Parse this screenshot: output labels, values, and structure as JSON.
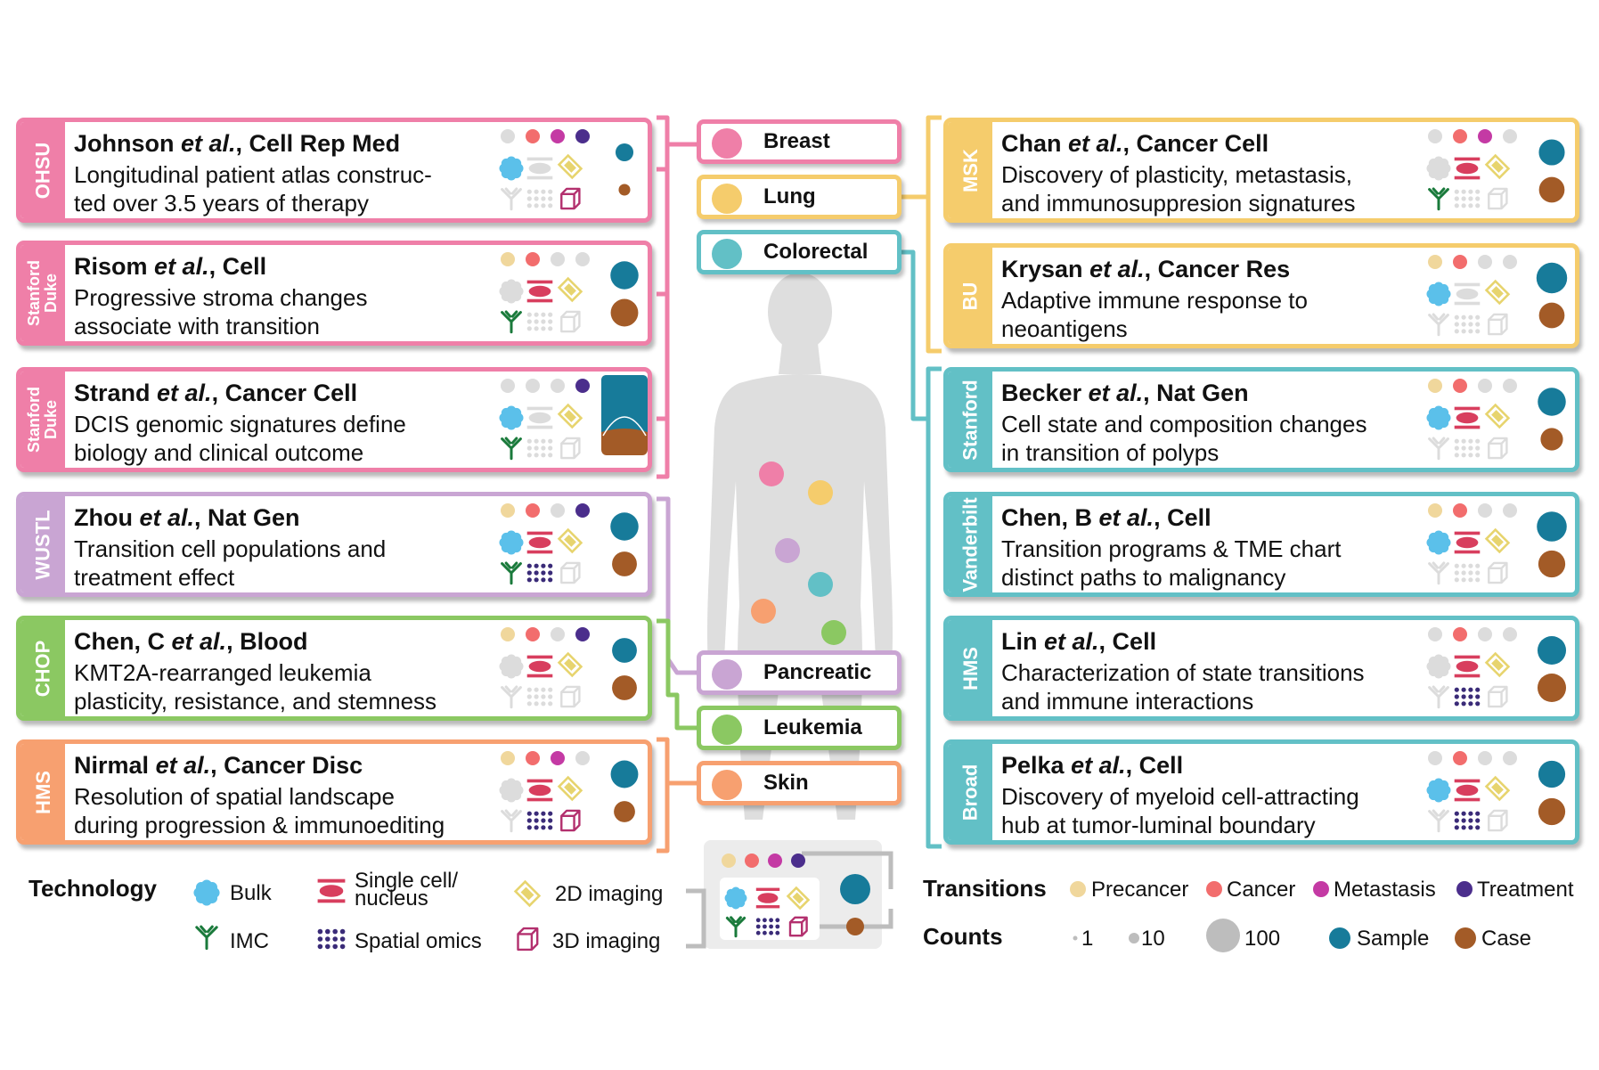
{
  "colors": {
    "pink": "#ef7fa8",
    "yellow": "#f5cc6c",
    "teal": "#62c0c6",
    "lavender": "#c9a5d3",
    "green": "#8bc862",
    "orange": "#f7a070",
    "precancer": "#f0d79c",
    "cancer_stage": "#f26d6d",
    "metastasis": "#c43aa4",
    "treatment": "#4b2e8c",
    "sample": "#177b9a",
    "case": "#a35b27",
    "bulk": "#5bc0ea",
    "single_cell": "#d83e5e",
    "imaging_2d": "#e7d46e",
    "imc": "#1a7a3b",
    "spatial": "#3a2b78",
    "imaging_3d": "#b3306e",
    "inactive": "#dcdcdc"
  },
  "cards": [
    {
      "id": "johnson",
      "side": "left",
      "color": "pink",
      "institution": [
        "OHSU"
      ],
      "author": "Johnson",
      "etal": "et al.",
      "journal": ", Cell Rep Med",
      "desc": [
        "Longitudinal patient atlas construc-",
        "ted over 3.5 years of therapy"
      ],
      "transitions": [
        false,
        true,
        true,
        true
      ],
      "tech": [
        true,
        false,
        true,
        false,
        false,
        true
      ],
      "sample": 7,
      "case": 3
    },
    {
      "id": "risom",
      "side": "left",
      "color": "pink",
      "institution": [
        "Stanford",
        "Duke"
      ],
      "author": "Risom",
      "etal": "et al.",
      "journal": ", Cell",
      "desc": [
        "Progressive stroma changes",
        "associate with transition"
      ],
      "transitions": [
        true,
        true,
        false,
        false
      ],
      "tech": [
        false,
        true,
        true,
        true,
        false,
        false
      ],
      "sample": 28,
      "case": 26
    },
    {
      "id": "strand",
      "side": "left",
      "color": "pink",
      "institution": [
        "Stanford",
        "Duke"
      ],
      "author": "Strand",
      "etal": "et al.",
      "journal": ", Cancer Cell",
      "desc": [
        "DCIS genomic signatures define",
        "biology and clinical outcome"
      ],
      "transitions": [
        false,
        false,
        false,
        true
      ],
      "tech": [
        true,
        false,
        true,
        true,
        false,
        false
      ],
      "sample": "large",
      "case": "large"
    },
    {
      "id": "zhou",
      "side": "left",
      "color": "lavender",
      "institution": [
        "WUSTL"
      ],
      "author": "Zhou",
      "etal": "et al.",
      "journal": ", Nat Gen",
      "desc": [
        "Transition cell populations and",
        "treatment effect"
      ],
      "transitions": [
        true,
        true,
        false,
        true
      ],
      "tech": [
        true,
        true,
        true,
        true,
        true,
        false
      ],
      "sample": 28,
      "case": 18
    },
    {
      "id": "chenc",
      "side": "left",
      "color": "green",
      "institution": [
        "CHOP"
      ],
      "author": "Chen, C",
      "etal": "et al.",
      "journal": ", Blood",
      "desc": [
        "KMT2A-rearranged leukemia",
        "plasticity, resistance, and stemness"
      ],
      "transitions": [
        true,
        true,
        false,
        true
      ],
      "tech": [
        false,
        true,
        true,
        false,
        false,
        false
      ],
      "sample": 18,
      "case": 18
    },
    {
      "id": "nirmal",
      "side": "left",
      "color": "orange",
      "institution": [
        "HMS"
      ],
      "author": "Nirmal",
      "etal": "et al.",
      "journal": ", Cancer Disc",
      "desc": [
        "Resolution of spatial landscape",
        "during progression & immunoediting"
      ],
      "transitions": [
        true,
        true,
        true,
        false
      ],
      "tech": [
        false,
        true,
        true,
        false,
        true,
        true
      ],
      "sample": 26,
      "case": 11
    },
    {
      "id": "chan",
      "side": "right",
      "color": "yellow",
      "institution": [
        "MSK"
      ],
      "author": "Chan",
      "etal": "et al.",
      "journal": ", Cancer Cell",
      "desc": [
        "Discovery of plasticity, metastasis,",
        "and immunosuppresion signatures"
      ],
      "transitions": [
        false,
        true,
        true,
        false
      ],
      "tech": [
        false,
        true,
        true,
        true,
        false,
        false
      ],
      "sample": 21,
      "case": 20
    },
    {
      "id": "krysan",
      "side": "right",
      "color": "yellow",
      "institution": [
        "BU"
      ],
      "author": "Krysan",
      "etal": "et al.",
      "journal": ", Cancer Res",
      "desc": [
        "Adaptive immune response to",
        "neoantigens"
      ],
      "transitions": [
        true,
        true,
        false,
        false
      ],
      "tech": [
        true,
        false,
        true,
        false,
        false,
        false
      ],
      "sample": 40,
      "case": 20
    },
    {
      "id": "becker",
      "side": "right",
      "color": "teal",
      "institution": [
        "Stanford"
      ],
      "author": "Becker",
      "etal": "et al.",
      "journal": ", Nat Gen",
      "desc": [
        "Cell state and composition changes",
        "in transition of polyps"
      ],
      "transitions": [
        true,
        true,
        false,
        false
      ],
      "tech": [
        true,
        true,
        true,
        false,
        false,
        false
      ],
      "sample": 28,
      "case": 13
    },
    {
      "id": "chenb",
      "side": "right",
      "color": "teal",
      "institution": [
        "Vanderbilt"
      ],
      "author": "Chen, B",
      "etal": "et al.",
      "journal": ", Cell",
      "desc": [
        "Transition programs & TME chart",
        "distinct paths to malignancy"
      ],
      "transitions": [
        true,
        true,
        false,
        false
      ],
      "tech": [
        true,
        true,
        true,
        false,
        false,
        false
      ],
      "sample": 36,
      "case": 24
    },
    {
      "id": "lin",
      "side": "right",
      "color": "teal",
      "institution": [
        "HMS"
      ],
      "author": "Lin",
      "etal": "et al.",
      "journal": ", Cell",
      "desc": [
        "Characterization of state transitions",
        "and immune interactions"
      ],
      "transitions": [
        false,
        true,
        false,
        false
      ],
      "tech": [
        false,
        true,
        true,
        false,
        true,
        false
      ],
      "sample": 30,
      "case": 30
    },
    {
      "id": "pelka",
      "side": "right",
      "color": "teal",
      "institution": [
        "Broad"
      ],
      "author": "Pelka",
      "etal": "et al.",
      "journal": ", Cell",
      "desc": [
        "Discovery of myeloid cell-attracting",
        "hub at tumor-luminal boundary"
      ],
      "transitions": [
        false,
        true,
        false,
        false
      ],
      "tech": [
        true,
        true,
        true,
        false,
        true,
        false
      ],
      "sample": 24,
      "case": 24
    }
  ],
  "cancers": [
    {
      "label": "Breast",
      "color": "pink"
    },
    {
      "label": "Lung",
      "color": "yellow"
    },
    {
      "label": "Colorectal",
      "color": "teal"
    },
    {
      "label": "Pancreatic",
      "color": "lavender"
    },
    {
      "label": "Leukemia",
      "color": "green"
    },
    {
      "label": "Skin",
      "color": "orange"
    }
  ],
  "legend": {
    "technology_title": "Technology",
    "bulk": "Bulk",
    "single_cell_1": "Single cell/",
    "single_cell_2": "nucleus",
    "imaging_2d": "2D imaging",
    "imc": "IMC",
    "spatial": "Spatial omics",
    "imaging_3d": "3D imaging",
    "transitions_title": "Transitions",
    "precancer": "Precancer",
    "cancer": "Cancer",
    "metastasis": "Metastasis",
    "treatment": "Treatment",
    "counts_title": "Counts",
    "c1": "1",
    "c10": "10",
    "c100": "100",
    "sample": "Sample",
    "case": "Case"
  }
}
